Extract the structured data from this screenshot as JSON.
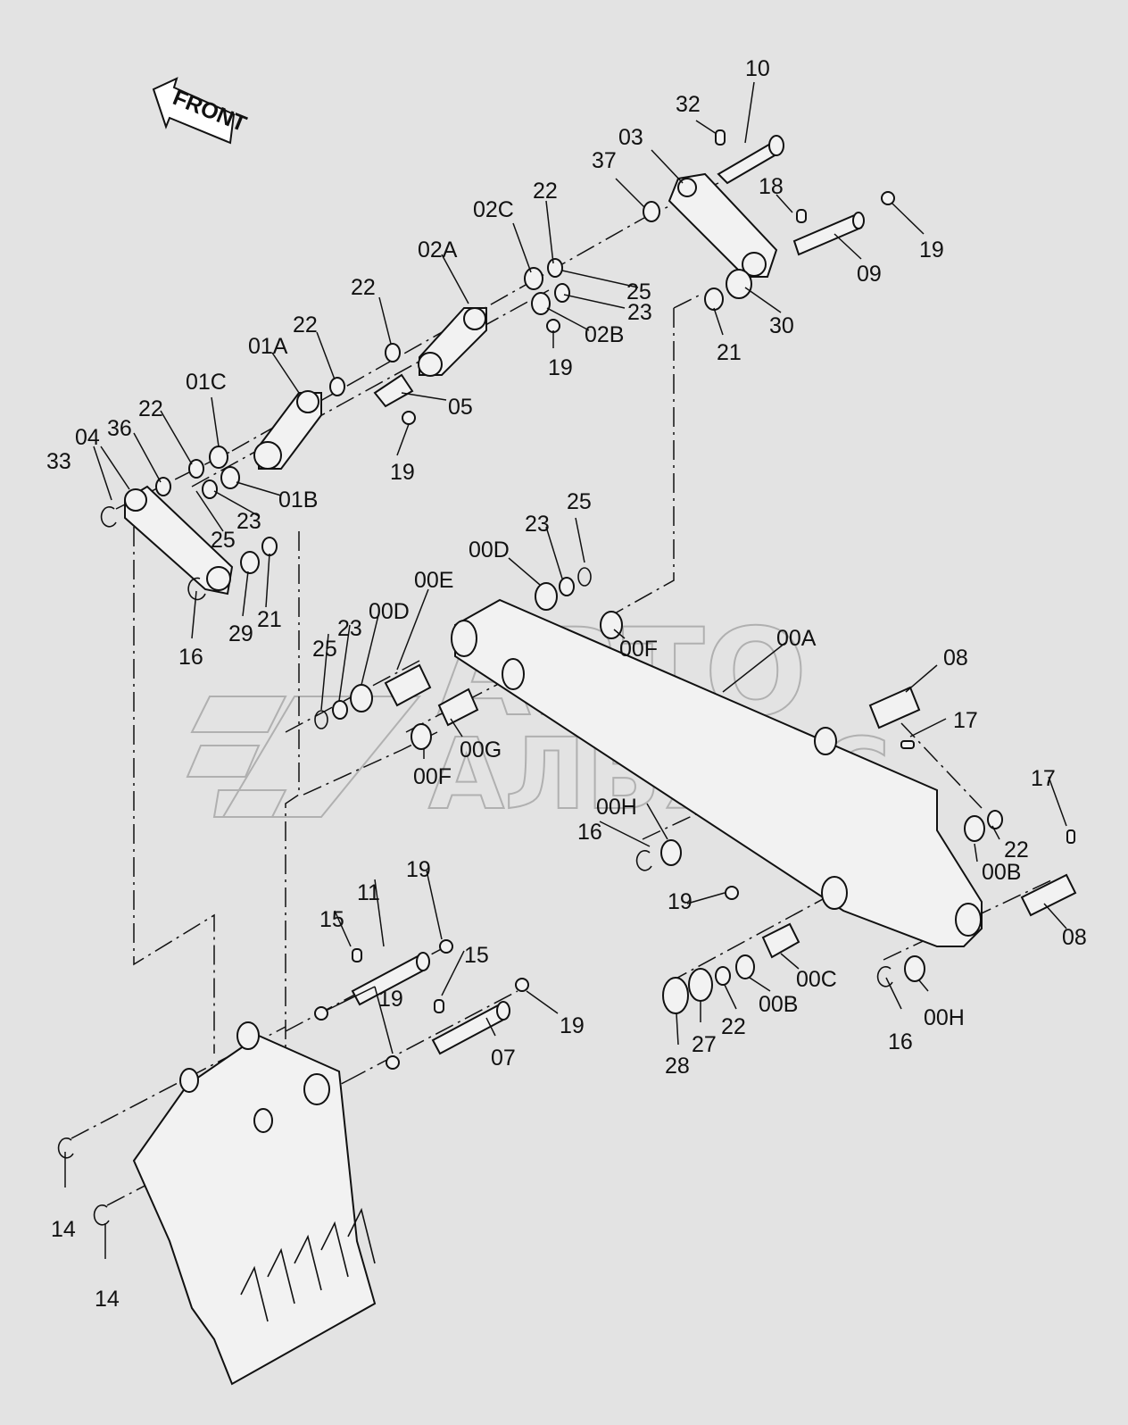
{
  "watermark": {
    "line1": "АВТО",
    "line2": "АЛЬЯНС"
  },
  "front_sign": {
    "text": "FRONT"
  },
  "labels": [
    {
      "id": "l1",
      "text": "10"
    },
    {
      "id": "l2",
      "text": "32"
    },
    {
      "id": "l3",
      "text": "03"
    },
    {
      "id": "l4",
      "text": "37"
    },
    {
      "id": "l5",
      "text": "22"
    },
    {
      "id": "l6",
      "text": "02C"
    },
    {
      "id": "l7",
      "text": "18"
    },
    {
      "id": "l8",
      "text": "19"
    },
    {
      "id": "l9",
      "text": "09"
    },
    {
      "id": "l10",
      "text": "02A"
    },
    {
      "id": "l11",
      "text": "25"
    },
    {
      "id": "l12",
      "text": "23"
    },
    {
      "id": "l13",
      "text": "02B"
    },
    {
      "id": "l14",
      "text": "30"
    },
    {
      "id": "l15",
      "text": "21"
    },
    {
      "id": "l16",
      "text": "19"
    },
    {
      "id": "l17",
      "text": "22"
    },
    {
      "id": "l18",
      "text": "22"
    },
    {
      "id": "l19",
      "text": "01A"
    },
    {
      "id": "l20",
      "text": "05"
    },
    {
      "id": "l21",
      "text": "01C"
    },
    {
      "id": "l22",
      "text": "22"
    },
    {
      "id": "l23",
      "text": "36"
    },
    {
      "id": "l24",
      "text": "04"
    },
    {
      "id": "l25",
      "text": "33"
    },
    {
      "id": "l26",
      "text": "19"
    },
    {
      "id": "l27",
      "text": "01B"
    },
    {
      "id": "l28",
      "text": "23"
    },
    {
      "id": "l29",
      "text": "25"
    },
    {
      "id": "l30",
      "text": "21"
    },
    {
      "id": "l31",
      "text": "29"
    },
    {
      "id": "l32",
      "text": "16"
    },
    {
      "id": "l33",
      "text": "25"
    },
    {
      "id": "l34",
      "text": "23"
    },
    {
      "id": "l35",
      "text": "00D"
    },
    {
      "id": "l36",
      "text": "00E"
    },
    {
      "id": "l37",
      "text": "00D"
    },
    {
      "id": "l38",
      "text": "23"
    },
    {
      "id": "l39",
      "text": "25"
    },
    {
      "id": "l40",
      "text": "00F"
    },
    {
      "id": "l41",
      "text": "00A"
    },
    {
      "id": "l42",
      "text": "08"
    },
    {
      "id": "l43",
      "text": "17"
    },
    {
      "id": "l44",
      "text": "00G"
    },
    {
      "id": "l45",
      "text": "00F"
    },
    {
      "id": "l46",
      "text": "00H"
    },
    {
      "id": "l47",
      "text": "16"
    },
    {
      "id": "l48",
      "text": "17"
    },
    {
      "id": "l49",
      "text": "22"
    },
    {
      "id": "l50",
      "text": "00B"
    },
    {
      "id": "l51",
      "text": "19"
    },
    {
      "id": "l52",
      "text": "08"
    },
    {
      "id": "l53",
      "text": "19"
    },
    {
      "id": "l54",
      "text": "11"
    },
    {
      "id": "l55",
      "text": "15"
    },
    {
      "id": "l56",
      "text": "15"
    },
    {
      "id": "l57",
      "text": "19"
    },
    {
      "id": "l58",
      "text": "19"
    },
    {
      "id": "l59",
      "text": "07"
    },
    {
      "id": "l60",
      "text": "00C"
    },
    {
      "id": "l61",
      "text": "00B"
    },
    {
      "id": "l62",
      "text": "22"
    },
    {
      "id": "l63",
      "text": "27"
    },
    {
      "id": "l64",
      "text": "28"
    },
    {
      "id": "l65",
      "text": "16"
    },
    {
      "id": "l66",
      "text": "00H"
    },
    {
      "id": "l67",
      "text": "14"
    },
    {
      "id": "l68",
      "text": "14"
    }
  ]
}
